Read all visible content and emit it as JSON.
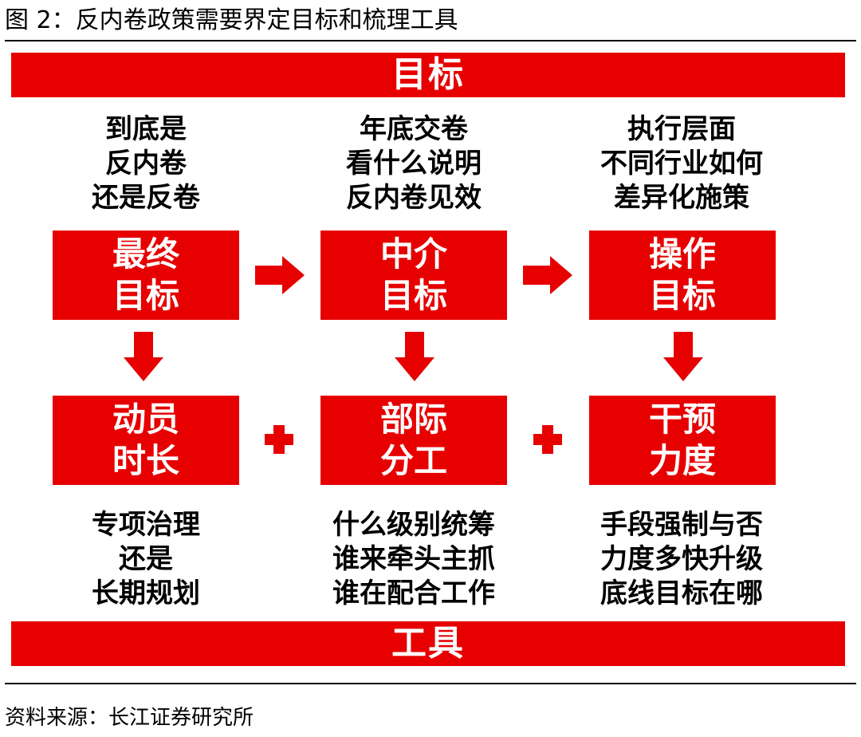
{
  "figure": {
    "title": "图 2：反内卷政策需要界定目标和梳理工具",
    "source": "资料来源：长江证券研究所"
  },
  "bands": {
    "top": "目标",
    "bottom": "工具"
  },
  "columns": [
    {
      "question_lines": [
        "到底是",
        "反内卷",
        "还是反卷"
      ],
      "goal_lines": [
        "最终",
        "目标"
      ],
      "tool_lines": [
        "动员",
        "时长"
      ],
      "note_lines": [
        "专项治理",
        "还是",
        "长期规划"
      ]
    },
    {
      "question_lines": [
        "年底交卷",
        "看什么说明",
        "反内卷见效"
      ],
      "goal_lines": [
        "中介",
        "目标"
      ],
      "tool_lines": [
        "部际",
        "分工"
      ],
      "note_lines": [
        "什么级别统筹",
        "谁来牵头主抓",
        "谁在配合工作"
      ]
    },
    {
      "question_lines": [
        "执行层面",
        "不同行业如何",
        "差异化施策"
      ],
      "goal_lines": [
        "操作",
        "目标"
      ],
      "tool_lines": [
        "干预",
        "力度"
      ],
      "note_lines": [
        "手段强制与否",
        "力度多快升级",
        "底线目标在哪"
      ]
    }
  ],
  "colors": {
    "accent": "#e60000",
    "text": "#000000",
    "box_text": "#ffffff"
  },
  "icons": {
    "flow_arrow": "right-arrow-icon",
    "down_arrow": "down-arrow-icon",
    "combine": "plus-icon"
  }
}
